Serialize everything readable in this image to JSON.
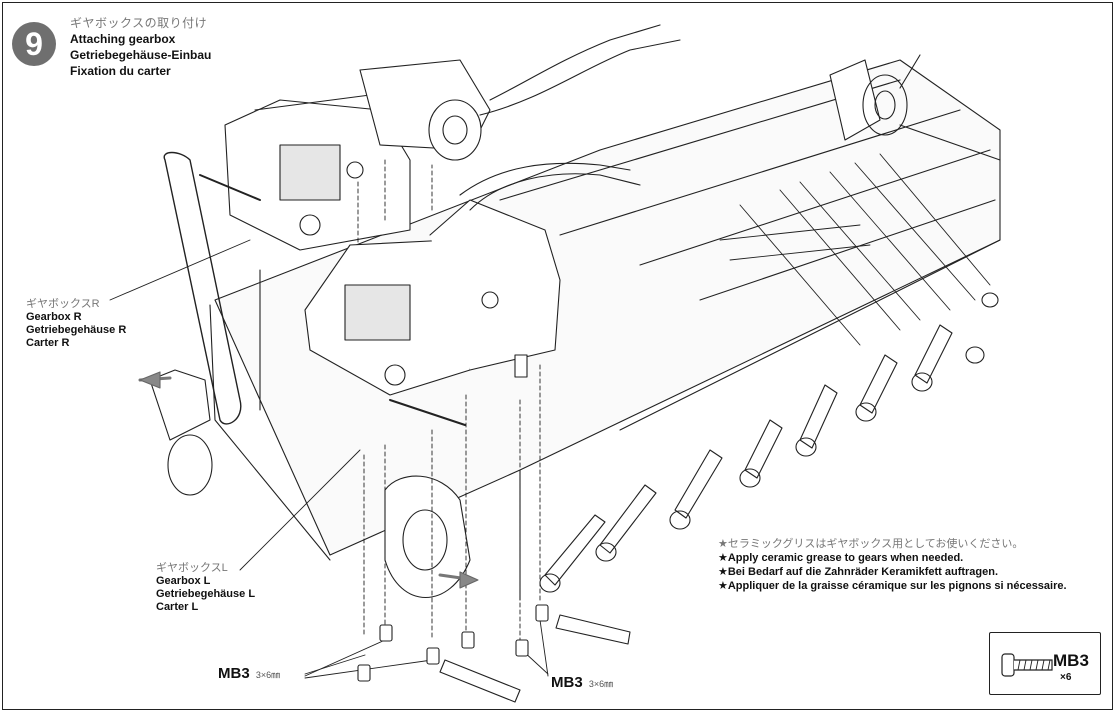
{
  "step": {
    "number": "9"
  },
  "title": {
    "ja": "ギヤボックスの取り付け",
    "en": "Attaching gearbox",
    "de": "Getriebegehäuse-Einbau",
    "fr": "Fixation du carter"
  },
  "gearbox_r": {
    "ja": "ギヤボックスR",
    "en": "Gearbox R",
    "de": "Getriebegehäuse R",
    "fr": "Carter R"
  },
  "gearbox_l": {
    "ja": "ギヤボックスL",
    "en": "Gearbox L",
    "de": "Getriebegehäuse L",
    "fr": "Carter L"
  },
  "note": {
    "ja": "★セラミックグリスはギヤボックス用としてお使いください。",
    "en": "★Apply ceramic grease to gears when needed.",
    "de": "★Bei Bedarf auf die Zahnräder Keramikfett auftragen.",
    "fr": "★Appliquer de la graisse céramique sur les pignons si nécessaire."
  },
  "screws": {
    "left_callout": {
      "code": "MB3",
      "size": "3×6㎜"
    },
    "right_callout": {
      "code": "MB3",
      "size": "3×6㎜"
    }
  },
  "parts_count": {
    "code": "MB3",
    "quantity": "×6",
    "icon": "screw-icon"
  },
  "colors": {
    "step_badge": "#6f6f6f",
    "secondary_text": "#777777",
    "line": "#222222"
  }
}
